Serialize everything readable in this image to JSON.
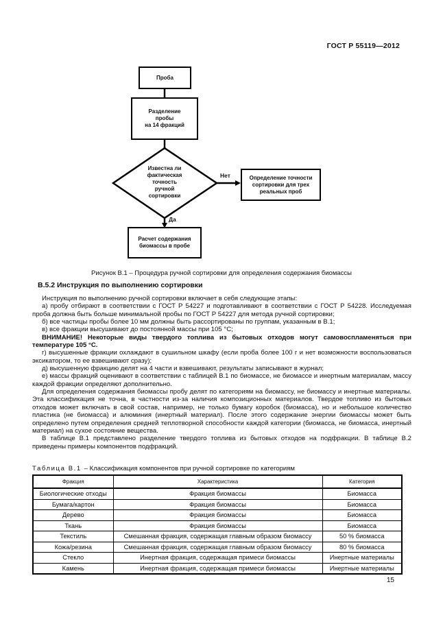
{
  "page": {
    "header": "ГОСТ Р 55119—2012",
    "page_number": "15"
  },
  "flowchart": {
    "caption": "Рисунок В.1 – Процедура ручной сортировки для определения содержания биомассы",
    "nodes": {
      "sample": "Проба",
      "split": "Разделение\nпробы\nна 14 фракций",
      "decision": "Известна ли\nфактическая\nточность\nручной\nсортировки",
      "determine": "Определение точности\nсортировки для трех\nреальных проб",
      "calc": "Расчет содержания\nбиомассы в пробе"
    },
    "labels": {
      "no": "Нет",
      "yes": "Да"
    }
  },
  "section": {
    "heading": "В.5.2 Инструкция по выполнению сортировки",
    "paragraphs": [
      "Инструкция по выполнению ручной сортировки включает в себя следующие этапы:",
      "а) пробу отбирают в соответствии с ГОСТ Р 54227 и подготавливают в соответствии с ГОСТ Р 54228. Исследуемая проба должна быть больше минимальной пробы по ГОСТ Р 54227 для метода ручной сортировки;",
      "б) все частицы пробы более 10 мм должны быть рассортированы по группам, указанным в В.1;",
      "в) все фракции высушивают до постоянной массы при 105 °С;",
      "ВНИМАНИЕ! Некоторые виды твердого топлива из бытовых отходов могут самовоспламеняться при температуре 105 °С.",
      "г) высушенные фракции охлаждают в сушильном шкафу (если проба более 100 г и нет возможности воспользоваться эксикатором, то ее взвешивают сразу);",
      "д) высушенную фракцию делят на 4 части и взвешивают, результаты записывают в журнал;",
      "е) массы фракций оценивают в соответствии с таблицей В.1 по биомассе, не биомассе и инертным материалам, массу каждой фракции определяют дополнительно.",
      "Для определения содержания биомассы пробу делят по категориям на биомассу, не биомассу и инертные материалы. Эта классификация не точна, в частности из-за наличия композиционных материалов. Твердое топливо из бытовых отходов может включать в свой состав, например, не только бумагу коробок (биомасса), но и небольшое количество пластика (не биомасса) и алюминия (инертный материал). После этого содержание энергии биомассы может быть определено путем определения средней теплотворной способности каждой категории (биомасса, не биомасса, инертный материал) на сухое состояние вещества.",
      "В таблице В.1 представлено разделение твердого топлива из бытовых отходов на подфракции. В таблице В.2 приведены примеры компонентов подфракций."
    ]
  },
  "table": {
    "caption_label": "Таблица В.1",
    "caption_text": "– Классификация компонентов при ручной сортировке по категориям",
    "headers": [
      "Фракция",
      "Характеристика",
      "Категория"
    ],
    "rows": [
      [
        "Биологические отходы",
        "Фракция биомассы",
        "Биомасса"
      ],
      [
        "Бумага/картон",
        "Фракция биомассы",
        "Биомасса"
      ],
      [
        "Дерево",
        "Фракция биомассы",
        "Биомасса"
      ],
      [
        "Ткань",
        "Фракция биомассы",
        "Биомасса"
      ],
      [
        "Текстиль",
        "Смешанная фракция, содержащая главным образом биомассу",
        "50 % биомасса"
      ],
      [
        "Кожа/резина",
        "Смешанная фракция, содержащая главным образом биомассу",
        "80 % биомасса"
      ],
      [
        "Стекло",
        "Инертная фракция, содержащая примеси биомассы",
        "Инертные материалы"
      ],
      [
        "Камень",
        "Инертная фракция, содержащая примеси биомассы",
        "Инертные материалы"
      ]
    ]
  },
  "colors": {
    "ink": "#111111",
    "paper": "#ffffff"
  }
}
